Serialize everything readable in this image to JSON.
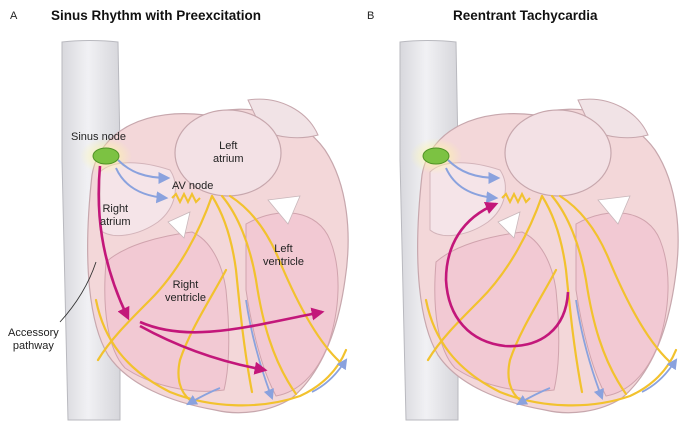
{
  "panel_a": {
    "letter": "A",
    "title": "Sinus Rhythm with Preexcitation",
    "labels": {
      "sinus_node": "Sinus node",
      "left_atrium": "Left\natrium",
      "av_node": "AV node",
      "right_atrium": "Right\natrium",
      "left_ventricle": "Left\nventricle",
      "right_ventricle": "Right\nventricle",
      "accessory_pathway": "Accessory\npathway"
    }
  },
  "panel_b": {
    "letter": "B",
    "title": "Reentrant Tachycardia"
  },
  "colors": {
    "vessel": "#e6e6ea",
    "heart_tissue": "#f3d7d9",
    "chamber": "#f2c9d3",
    "conduction": "#f2c22e",
    "impulse_arrow": "#c3177a",
    "blue_arrow": "#7e97d6",
    "node": "#7cc242"
  }
}
